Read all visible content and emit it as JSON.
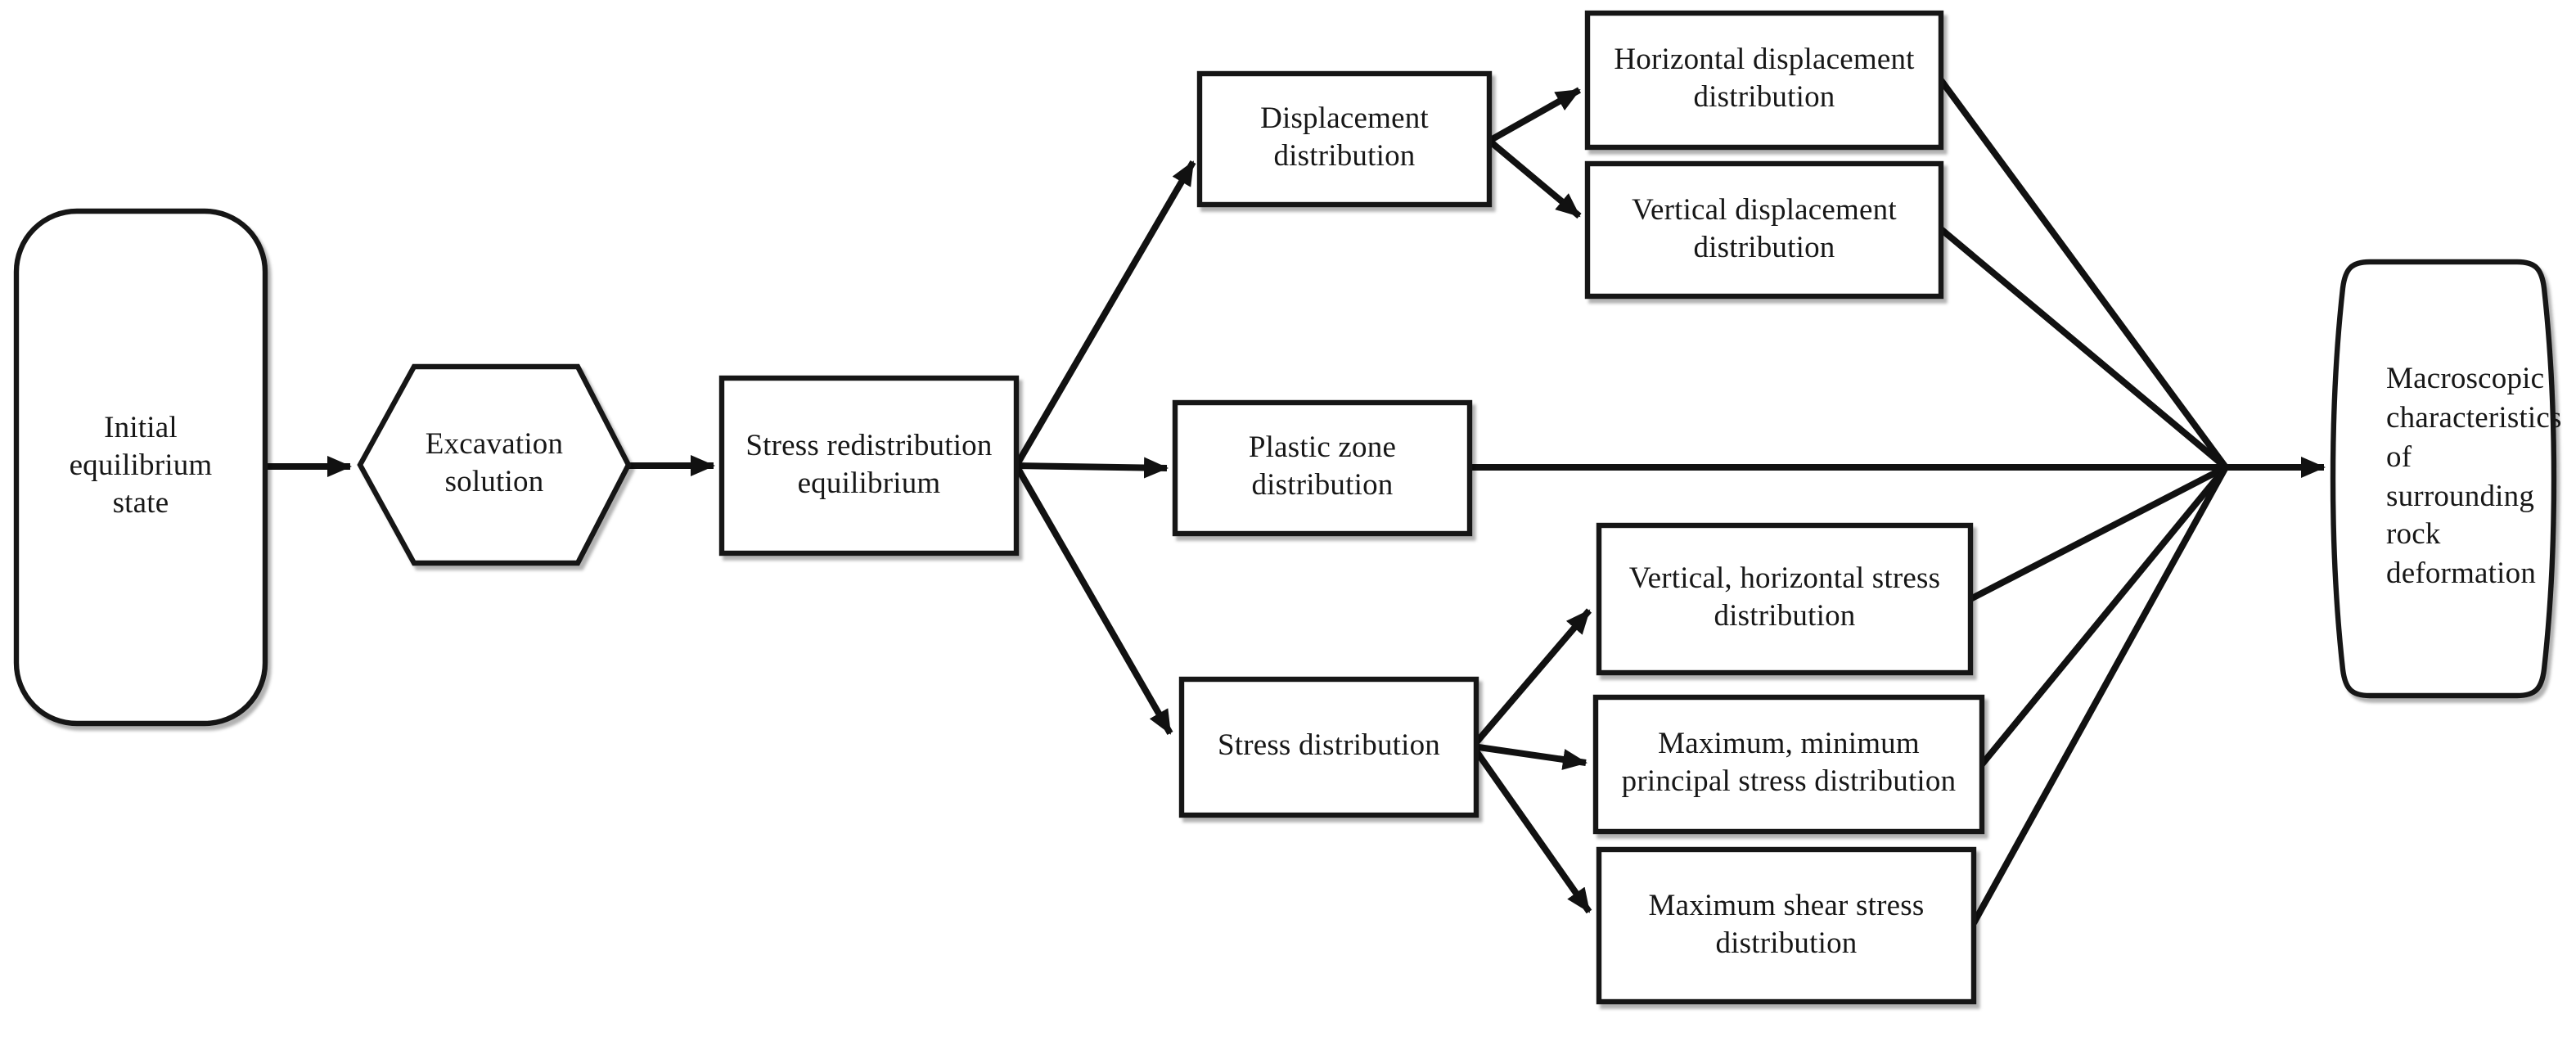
{
  "figure": {
    "type": "flowchart",
    "description": "Flowchart of excavation simulation outputs leading to macroscopic characteristics of surrounding rock deformation"
  },
  "colors": {
    "background": "#ffffff",
    "node_fill": "#ffffff",
    "node_stroke": "#161616",
    "connector": "#111111",
    "text": "#171717"
  },
  "diagram": {
    "nodes": [
      {
        "id": "initial-equilibrium-state",
        "shape": "rounded-rectangle",
        "label": "Initial\nequilibrium\nstate"
      },
      {
        "id": "excavation-solution",
        "shape": "hexagon",
        "label": "Excavation\nsolution"
      },
      {
        "id": "stress-redistribution-equilibrium",
        "shape": "rectangle",
        "label": "Stress redistribution\nequilibrium"
      },
      {
        "id": "displacement-distribution",
        "shape": "rectangle",
        "label": "Displacement\ndistribution"
      },
      {
        "id": "horizontal-displacement-distribution",
        "shape": "rectangle",
        "label": "Horizontal displacement\ndistribution"
      },
      {
        "id": "vertical-displacement-distribution",
        "shape": "rectangle",
        "label": "Vertical displacement\ndistribution"
      },
      {
        "id": "plastic-zone-distribution",
        "shape": "rectangle",
        "label": "Plastic zone\ndistribution"
      },
      {
        "id": "stress-distribution",
        "shape": "rectangle",
        "label": "Stress distribution"
      },
      {
        "id": "vertical-horizontal-stress-distribution",
        "shape": "rectangle",
        "label": "Vertical, horizontal stress\ndistribution"
      },
      {
        "id": "maximum-minimum-principal-stress-distribution",
        "shape": "rectangle",
        "label": "Maximum, minimum\nprincipal stress distribution"
      },
      {
        "id": "maximum-shear-stress-distribution",
        "shape": "rectangle",
        "label": "Maximum shear stress\ndistribution"
      },
      {
        "id": "macroscopic-characteristics",
        "shape": "curved-side-rectangle",
        "label": "Macroscopic\ncharacteristics\nof\nsurrounding\nrock\ndeformation"
      }
    ],
    "edges": [
      {
        "from": "initial-equilibrium-state",
        "to": "excavation-solution"
      },
      {
        "from": "excavation-solution",
        "to": "stress-redistribution-equilibrium"
      },
      {
        "from": "stress-redistribution-equilibrium",
        "to": "displacement-distribution"
      },
      {
        "from": "stress-redistribution-equilibrium",
        "to": "plastic-zone-distribution"
      },
      {
        "from": "stress-redistribution-equilibrium",
        "to": "stress-distribution"
      },
      {
        "from": "displacement-distribution",
        "to": "horizontal-displacement-distribution"
      },
      {
        "from": "displacement-distribution",
        "to": "vertical-displacement-distribution"
      },
      {
        "from": "stress-distribution",
        "to": "vertical-horizontal-stress-distribution"
      },
      {
        "from": "stress-distribution",
        "to": "maximum-minimum-principal-stress-distribution"
      },
      {
        "from": "stress-distribution",
        "to": "maximum-shear-stress-distribution"
      },
      {
        "from": "horizontal-displacement-distribution",
        "to": "macroscopic-characteristics"
      },
      {
        "from": "vertical-displacement-distribution",
        "to": "macroscopic-characteristics"
      },
      {
        "from": "plastic-zone-distribution",
        "to": "macroscopic-characteristics"
      },
      {
        "from": "vertical-horizontal-stress-distribution",
        "to": "macroscopic-characteristics"
      },
      {
        "from": "maximum-minimum-principal-stress-distribution",
        "to": "macroscopic-characteristics"
      },
      {
        "from": "maximum-shear-stress-distribution",
        "to": "macroscopic-characteristics"
      }
    ]
  }
}
